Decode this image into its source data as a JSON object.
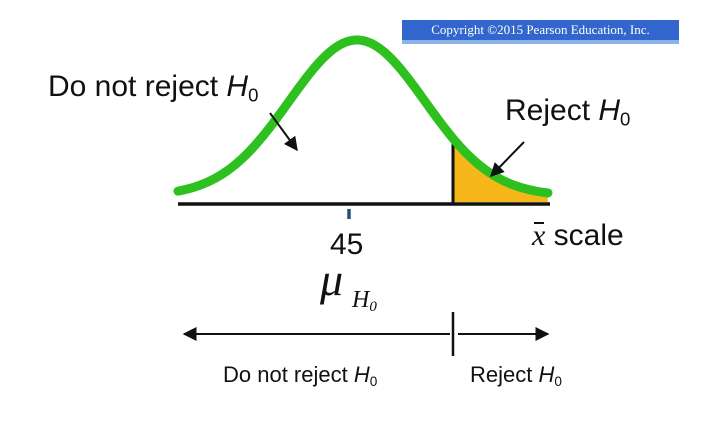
{
  "copyright": "Copyright ©2015 Pearson Education, Inc.",
  "labels": {
    "do_not_reject_upper": {
      "text": "Do not reject ",
      "var": "H",
      "sub": "0"
    },
    "reject_upper": {
      "text": "Reject ",
      "var": "H",
      "sub": "0"
    },
    "mean_value": "45",
    "mu_symbol": "μ",
    "mu_subscript": {
      "var": "H",
      "sub": "0"
    },
    "x_scale": {
      "var": "x",
      "text": " scale"
    },
    "do_not_reject_lower": {
      "text": "Do not reject ",
      "var": "H",
      "sub": "0"
    },
    "reject_lower": {
      "text": "Reject ",
      "var": "H",
      "sub": "0"
    }
  },
  "distribution": {
    "type": "normal",
    "mean": 45,
    "rejection_region": "right-tail",
    "curve_color": "#2ec01e",
    "rejection_fill_color": "#f5b719",
    "axis_color": "#111111"
  }
}
